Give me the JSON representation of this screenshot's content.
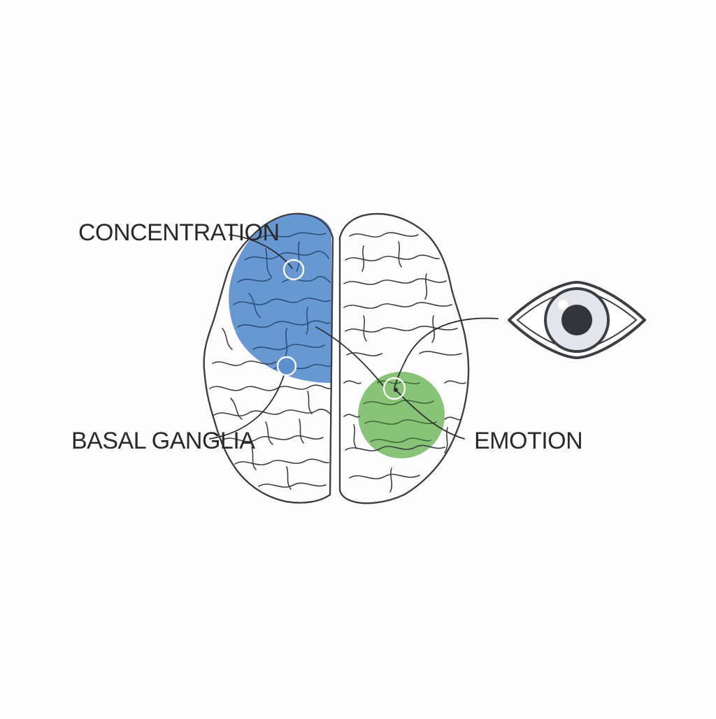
{
  "labels": {
    "concentration": "CONCENTRATION",
    "basal_ganglia": "BASAL GANGLIA",
    "emotion": "EMOTION"
  },
  "colors": {
    "concentration_region": "#5b8fce",
    "emotion_region": "#7dbf6b",
    "outline": "#3d3d45",
    "eye_iris": "#e3e5ea",
    "eye_pupil": "#33353b"
  },
  "icons": [
    "brain-icon",
    "eye-icon"
  ]
}
